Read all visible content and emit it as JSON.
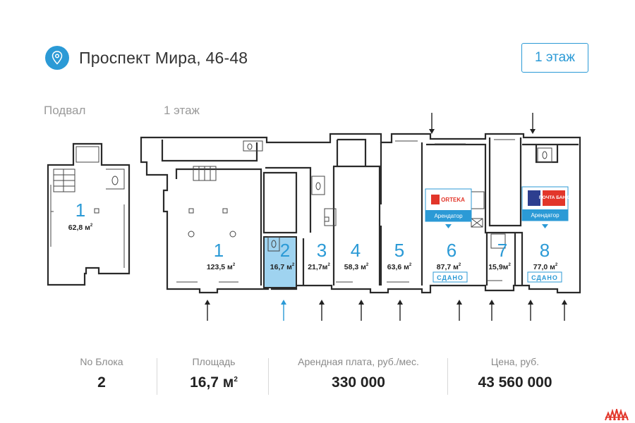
{
  "header": {
    "address": "Проспект Мира, 46-48",
    "floor_button": "1 этаж",
    "pin_icon": "location-pin-icon"
  },
  "sections": {
    "basement": "Подвал",
    "first_floor": "1 этаж"
  },
  "basement_unit": {
    "number": "1",
    "area": "62,8 м",
    "area_sup": "2"
  },
  "units": [
    {
      "number": "1",
      "area": "123,5 м",
      "selected": false
    },
    {
      "number": "2",
      "area": "16,7 м",
      "selected": true
    },
    {
      "number": "3",
      "area": "21,7м",
      "selected": false
    },
    {
      "number": "4",
      "area": "58,3 м",
      "selected": false
    },
    {
      "number": "5",
      "area": "63,6 м",
      "selected": false
    },
    {
      "number": "6",
      "area": "87,7 м",
      "selected": false,
      "status": "СДАНО",
      "tenant_label": "Арендатор",
      "tenant_logo": "ORTEKA"
    },
    {
      "number": "7",
      "area": "15,9м",
      "selected": false
    },
    {
      "number": "8",
      "area": "77,0 м",
      "selected": false,
      "status": "СДАНО",
      "tenant_label": "Арендатор",
      "tenant_logo": "ПОЧТА БАНК"
    }
  ],
  "area_sup": "2",
  "stats": {
    "block_label": "No Блока",
    "block_value": "2",
    "area_label": "Площадь",
    "area_value": "16,7 м",
    "area_sup": "2",
    "rent_label": "Арендная плата, руб./мес.",
    "rent_value": "330 000",
    "price_label": "Цена, руб.",
    "price_value": "43 560 000"
  },
  "colors": {
    "accent": "#2b9ad6",
    "selected_fill": "#9fd3f0",
    "wall": "#2a2a2a",
    "orteka_red": "#e2362a",
    "pochta_blue": "#2d3e8f"
  }
}
